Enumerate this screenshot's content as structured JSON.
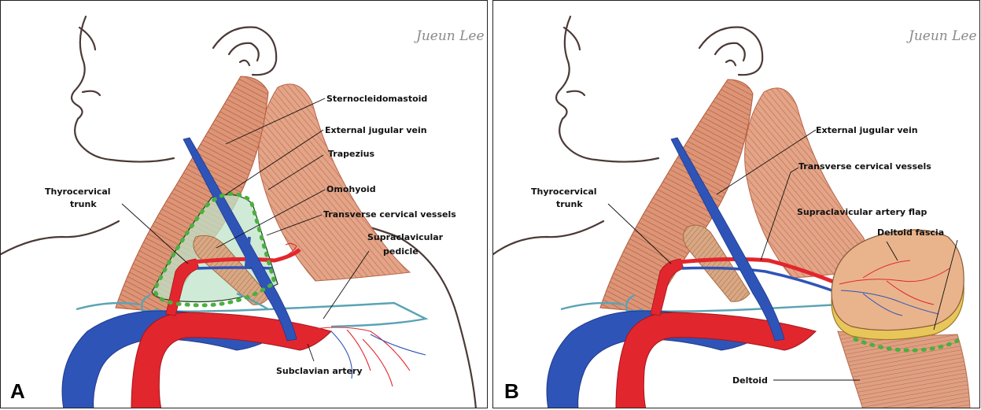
{
  "figure": {
    "signature": "Jueun Lee",
    "panel_a": {
      "letter": "A",
      "labels": {
        "scm": "Sternocleidomastoid",
        "ejv": "External jugular vein",
        "trapezius": "Trapezius",
        "omohyoid": "Omohyoid",
        "tcv": "Transverse cervical vessels",
        "supraclav_1": "Supraclavicular",
        "supraclav_2": "pedicle",
        "thyro_1": "Thyrocervical",
        "thyro_2": "trunk",
        "subclavian": "Subclavian artery"
      }
    },
    "panel_b": {
      "letter": "B",
      "labels": {
        "ejv": "External jugular vein",
        "tcv": "Transverse cervical vessels",
        "flap": "Supraclavicular artery flap",
        "fascia": "Deltoid fascia",
        "thyro_1": "Thyrocervical",
        "thyro_2": "trunk",
        "deltoid": "Deltoid"
      }
    },
    "colors": {
      "muscle": "#d98c6e",
      "muscle_line": "#b2553a",
      "artery": "#e2262e",
      "vein": "#2f54b8",
      "nerve_teal": "#5aa3b5",
      "triangle_fill": "#bfe3c8",
      "dots": "#4caf3f",
      "flap_skin": "#e9b48c",
      "fascia_yellow": "#e8c65a"
    }
  }
}
